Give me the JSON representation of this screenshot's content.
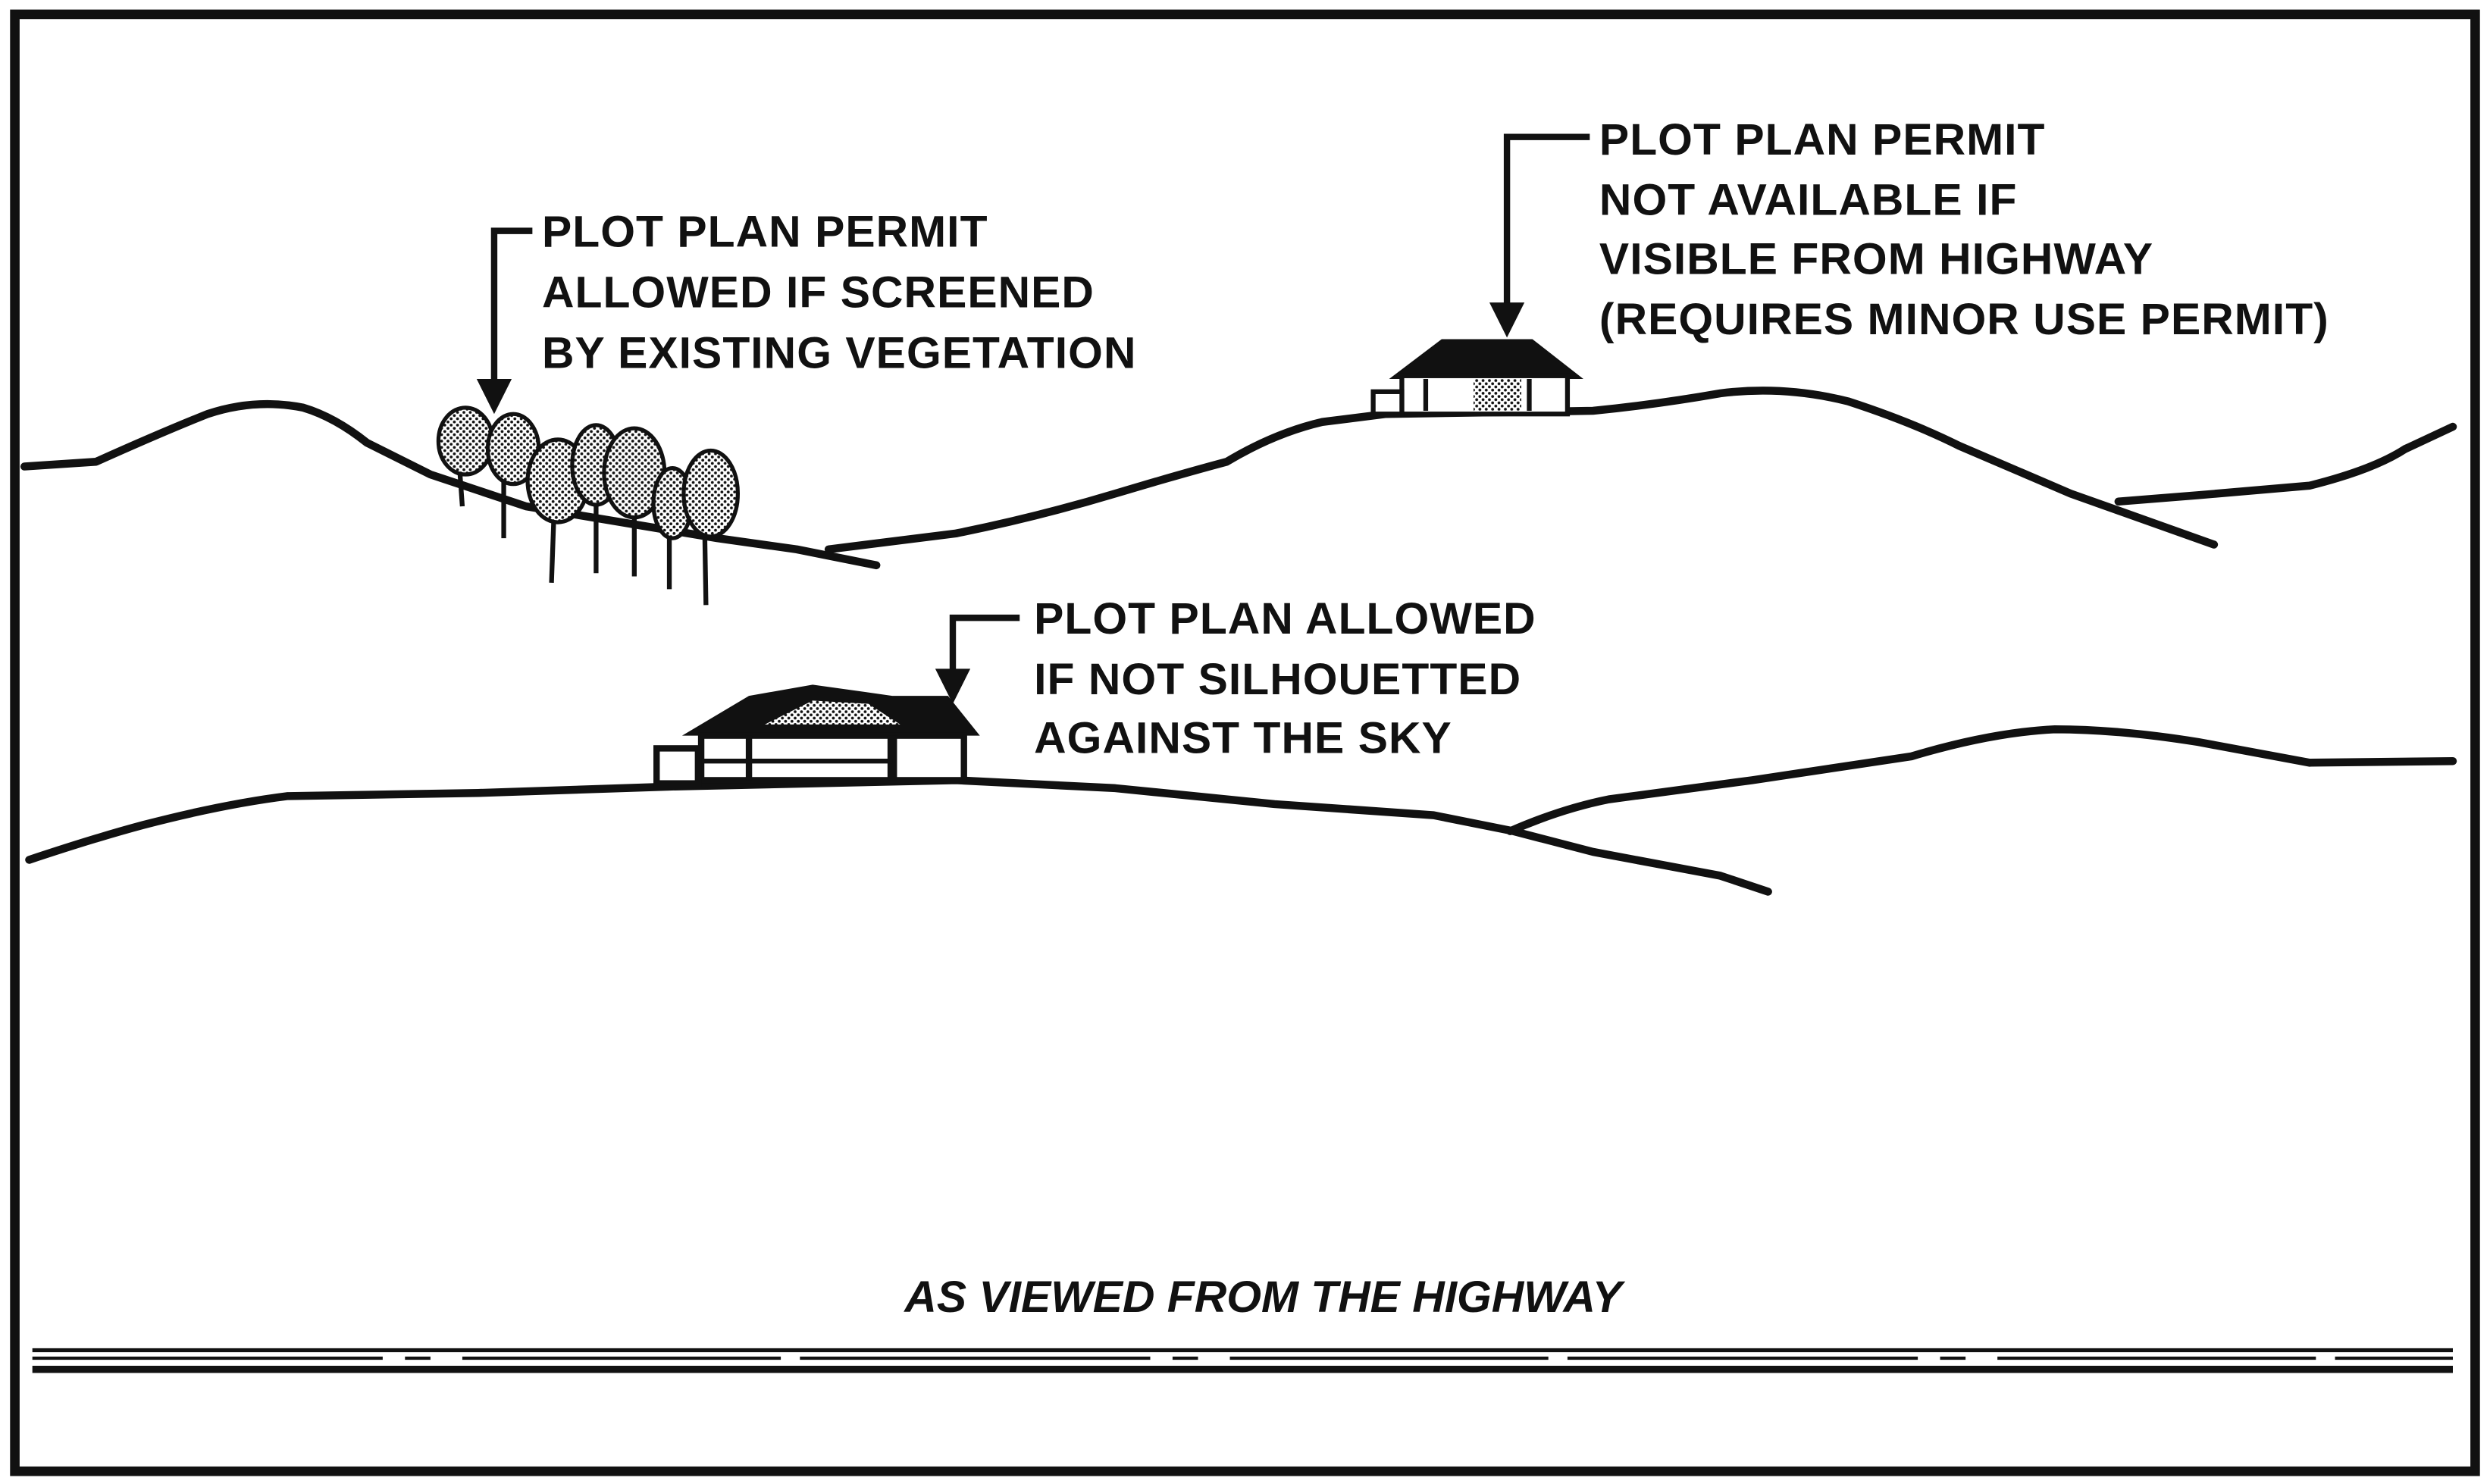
{
  "labels": {
    "vegetation": [
      "PLOT PLAN PERMIT",
      "ALLOWED IF SCREENED",
      "BY EXISTING VEGETATION"
    ],
    "ridge": [
      "PLOT PLAN PERMIT",
      "NOT AVAILABLE IF",
      "VISIBLE FROM HIGHWAY",
      "(REQUIRES MINOR USE PERMIT)"
    ],
    "silhouette": [
      "PLOT PLAN ALLOWED",
      "IF NOT SILHOUETTED",
      "AGAINST THE SKY"
    ]
  },
  "caption": "AS VIEWED FROM THE HIGHWAY",
  "colors": {
    "ink": "#111111",
    "paper": "#ffffff"
  }
}
